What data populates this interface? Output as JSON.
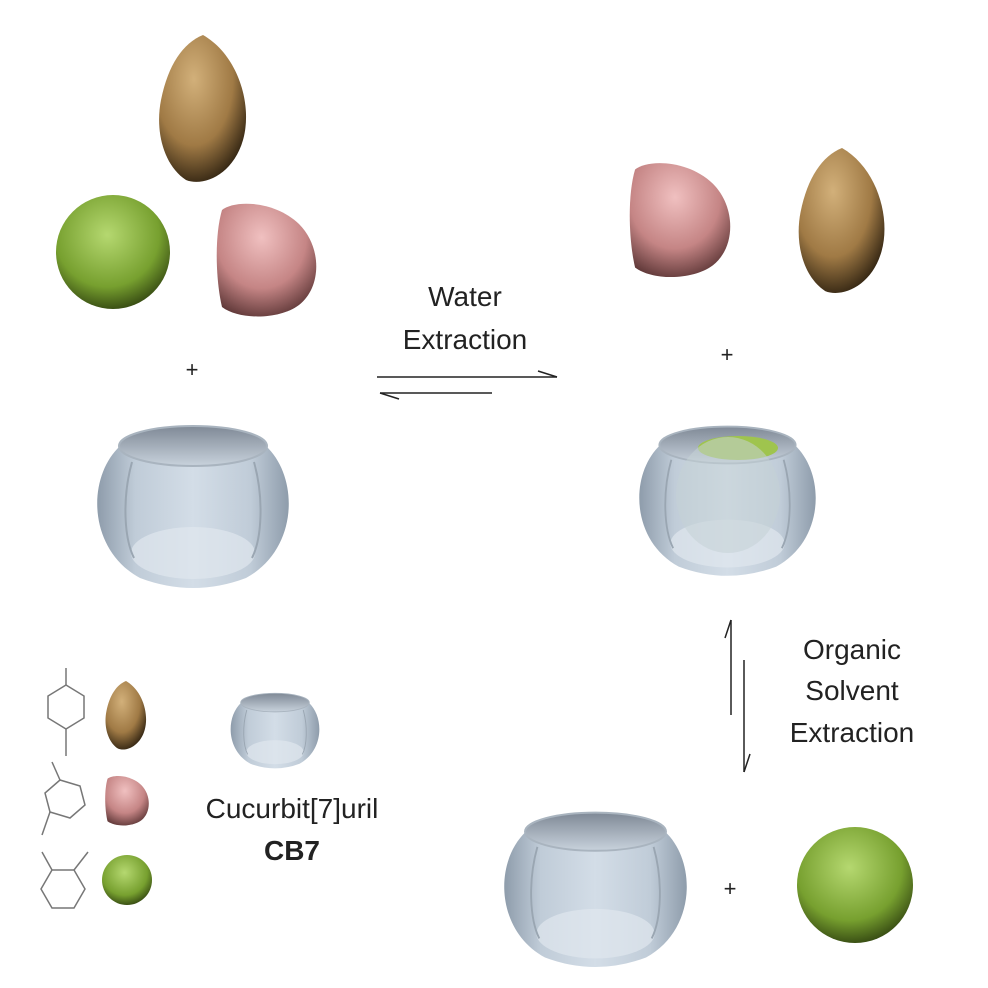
{
  "labels": {
    "water_extraction": [
      "Water",
      "Extraction"
    ],
    "organic_extraction": [
      "Organic",
      "Solvent",
      "Extraction"
    ],
    "plus": "+",
    "host_name": "Cucurbit[7]uril",
    "host_abbrev": "CB7"
  },
  "colors": {
    "brown_guest": "#a8844f",
    "pink_guest": "#c98a8a",
    "green_guest": "#7fa63c",
    "cb7_host": "#b9c6d3"
  }
}
